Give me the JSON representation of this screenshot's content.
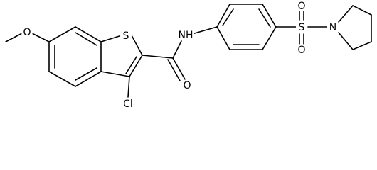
{
  "molecule": {
    "atom_labels": {
      "methoxy_oxygen": "O",
      "ring_sulfur": "S",
      "chlorine": "Cl",
      "amide_nitrogen": "NH",
      "carbonyl_oxygen": "O",
      "sulfonyl_sulfur": "S",
      "sulfonyl_oxygen_top": "O",
      "sulfonyl_oxygen_bottom": "O",
      "pyrrolidine_nitrogen": "N"
    }
  }
}
